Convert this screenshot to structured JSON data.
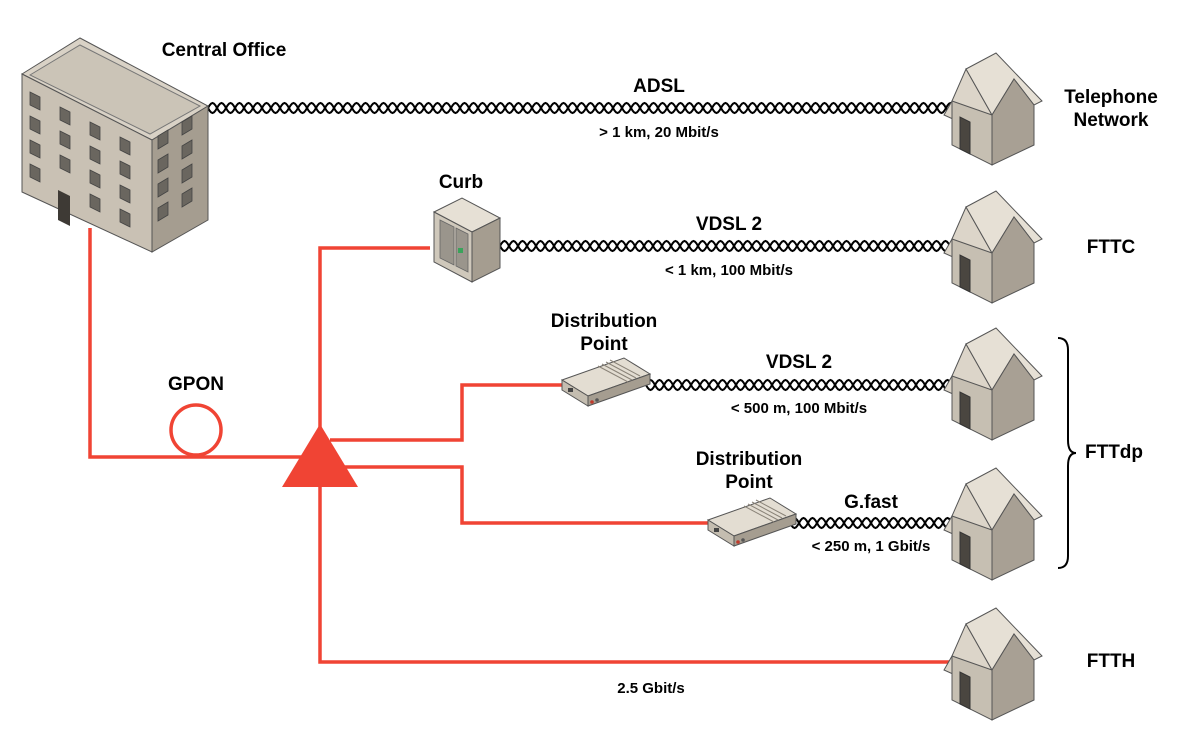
{
  "colors": {
    "fiber": "#f04434",
    "copper": "#000000",
    "building_front": "#c9c1b4",
    "building_side": "#a59d90",
    "building_roof": "#d9d2c6",
    "window": "#6a665f"
  },
  "icons": {
    "central_office": "office-building-icon",
    "house": "house-icon",
    "curb": "street-cabinet-icon",
    "distribution_point": "distribution-point-box-icon",
    "splitter": "optical-splitter-triangle-icon",
    "gpon": "fiber-coil-icon"
  },
  "nodes": {
    "central_office": "Central Office",
    "curb": "Curb",
    "distribution_point_1": [
      "Distribution",
      "Point"
    ],
    "distribution_point_2": [
      "Distribution",
      "Point"
    ],
    "gpon": "GPON"
  },
  "links": [
    {
      "name": "ADSL",
      "spec": "> 1 km, 20 Mbit/s",
      "destination": [
        "Telephone",
        "Network"
      ]
    },
    {
      "name": "VDSL 2",
      "spec": "< 1 km, 100 Mbit/s",
      "destination": [
        "FTTC"
      ]
    },
    {
      "name": "VDSL 2",
      "spec": "< 500 m, 100 Mbit/s",
      "destination": []
    },
    {
      "name": "G.fast",
      "spec": "< 250 m, 1 Gbit/s",
      "destination": []
    },
    {
      "name": "",
      "spec": "2.5 Gbit/s",
      "destination": [
        "FTTH"
      ]
    }
  ],
  "groups": {
    "fttdp": "FTTdp"
  }
}
